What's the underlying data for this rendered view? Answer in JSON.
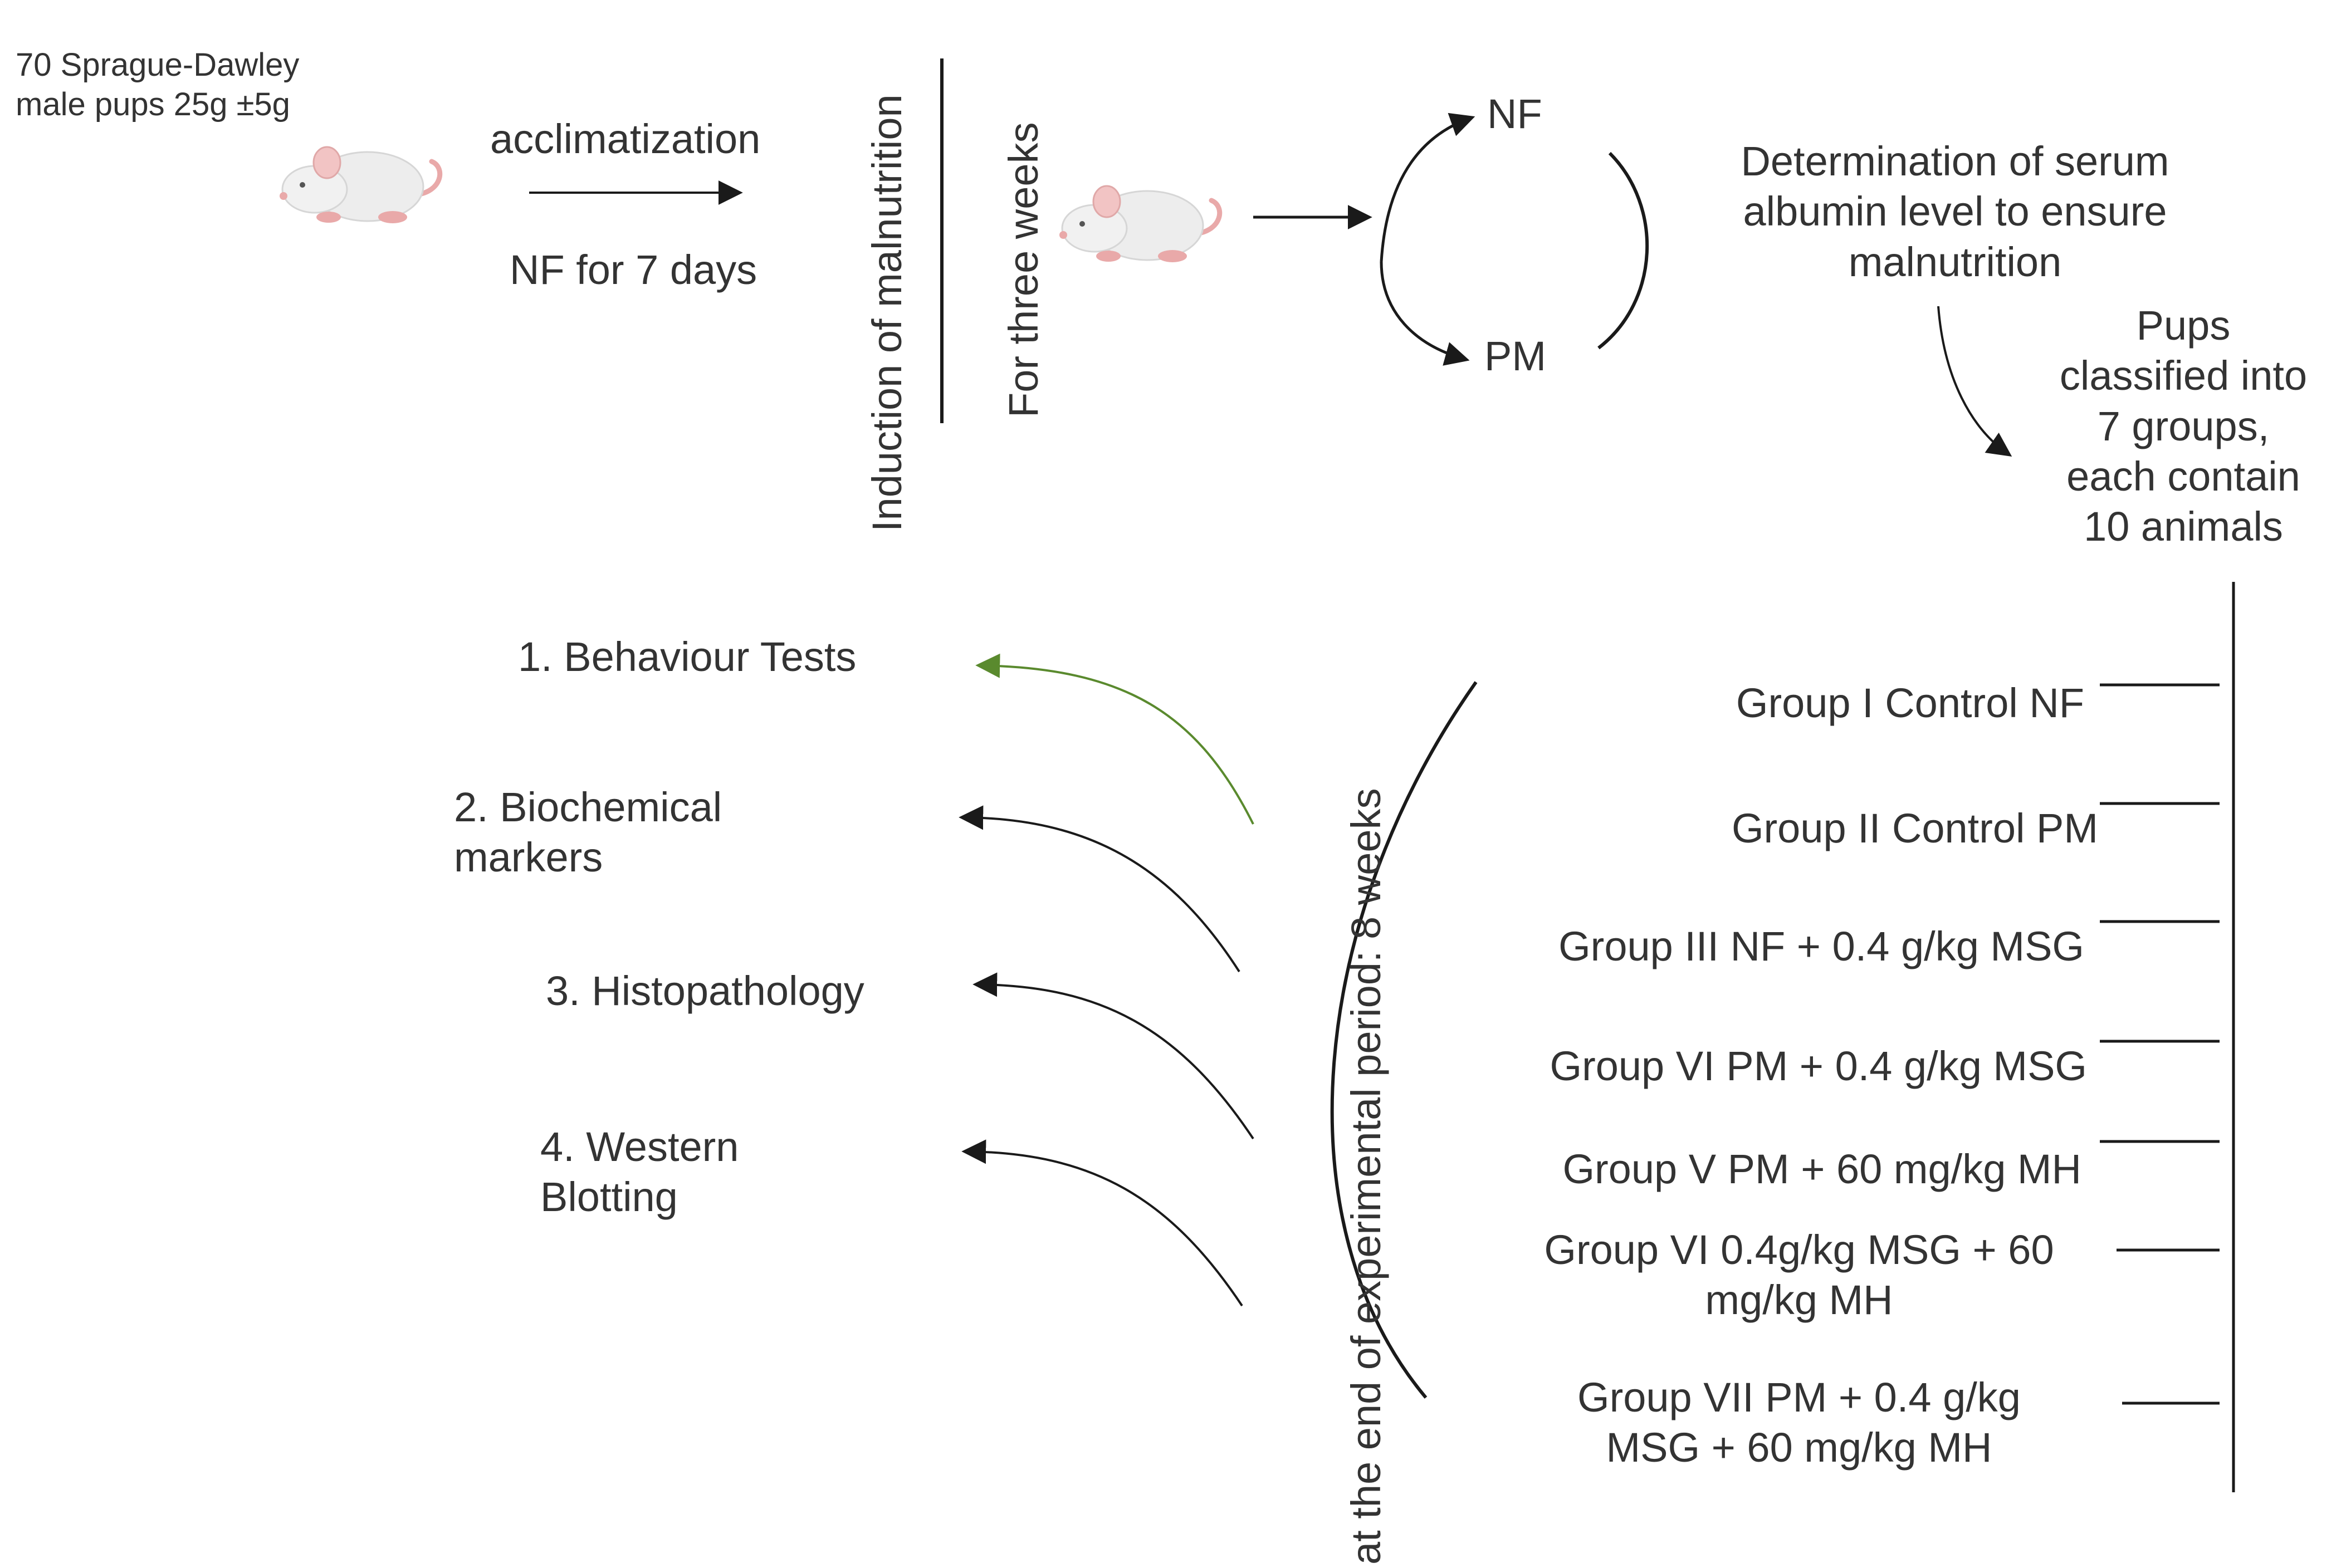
{
  "start": {
    "line1": "70 Sprague-Dawley",
    "line2": "male pups 25g ±5g"
  },
  "acclimatization": {
    "label": "acclimatization",
    "detail": "NF for 7 days"
  },
  "induction": {
    "label": "Induction of malnutrition",
    "duration": "For three weeks"
  },
  "branches": {
    "nf": "NF",
    "pm": "PM"
  },
  "albumin": {
    "line1": "Determination of serum",
    "line2": "albumin  level to ensure",
    "line3": "malnutrition"
  },
  "classification": {
    "lines": [
      "Pups",
      "classified into",
      "7 groups,",
      "each contain",
      "10 animals"
    ]
  },
  "period": {
    "label": "at the end of experimental period: 8 weeks"
  },
  "groups": [
    {
      "line1": "Group I Control NF",
      "line2": ""
    },
    {
      "line1": "Group II Control PM",
      "line2": ""
    },
    {
      "line1": "Group III NF + 0.4 g/kg MSG",
      "line2": ""
    },
    {
      "line1": "Group VI PM + 0.4 g/kg MSG",
      "line2": ""
    },
    {
      "line1": "Group V PM + 60 mg/kg MH",
      "line2": ""
    },
    {
      "line1": "Group VI 0.4g/kg MSG + 60",
      "line2": "mg/kg MH"
    },
    {
      "line1": "Group VII PM + 0.4 g/kg",
      "line2": "MSG + 60 mg/kg MH"
    }
  ],
  "outcomes": [
    {
      "line1": "1. Behaviour Tests",
      "line2": ""
    },
    {
      "line1": "2. Biochemical",
      "line2": "markers"
    },
    {
      "line1": "3. Histopathology",
      "line2": ""
    },
    {
      "line1": "4. Western",
      "line2": "Blotting"
    }
  ],
  "colors": {
    "text": "#333333",
    "arrow": "#1a1a1a",
    "green_arrow": "#5a8a2e",
    "rat_body": "#ededed",
    "rat_pink": "#e9a9a9"
  },
  "icons": [
    "rat-icon",
    "arrow-icon"
  ]
}
